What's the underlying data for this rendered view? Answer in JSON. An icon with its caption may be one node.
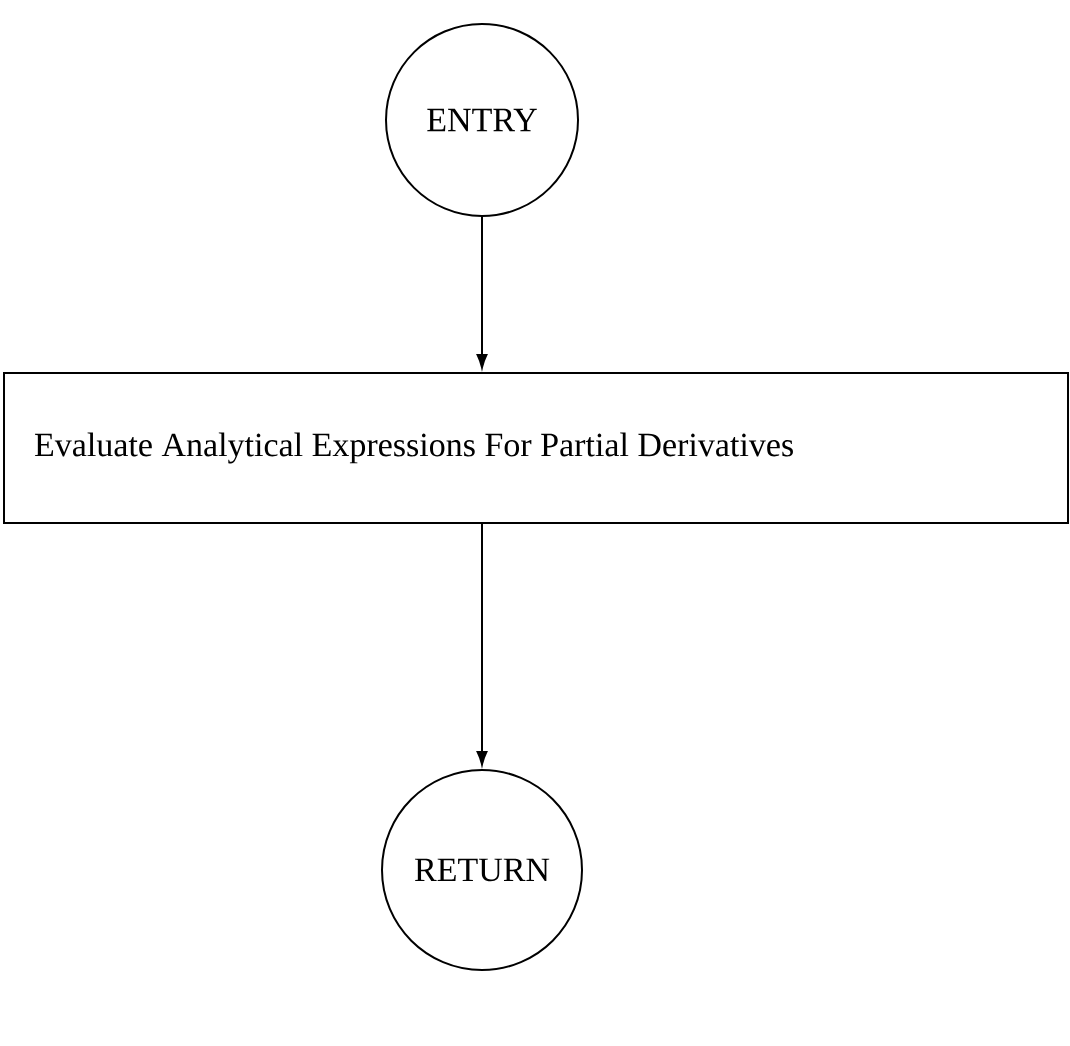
{
  "diagram": {
    "nodes": [
      {
        "text": [
          "ENTRY"
        ]
      },
      {
        "text": [
          "Evaluate Analytical Expressions For Partial Derivatives"
        ]
      },
      {
        "text": [
          "RETURN"
        ]
      }
    ],
    "edges": [
      {
        "from": 0,
        "to": 1,
        "arrow": "to"
      },
      {
        "from": 1,
        "to": 2,
        "arrow": "to"
      }
    ]
  }
}
